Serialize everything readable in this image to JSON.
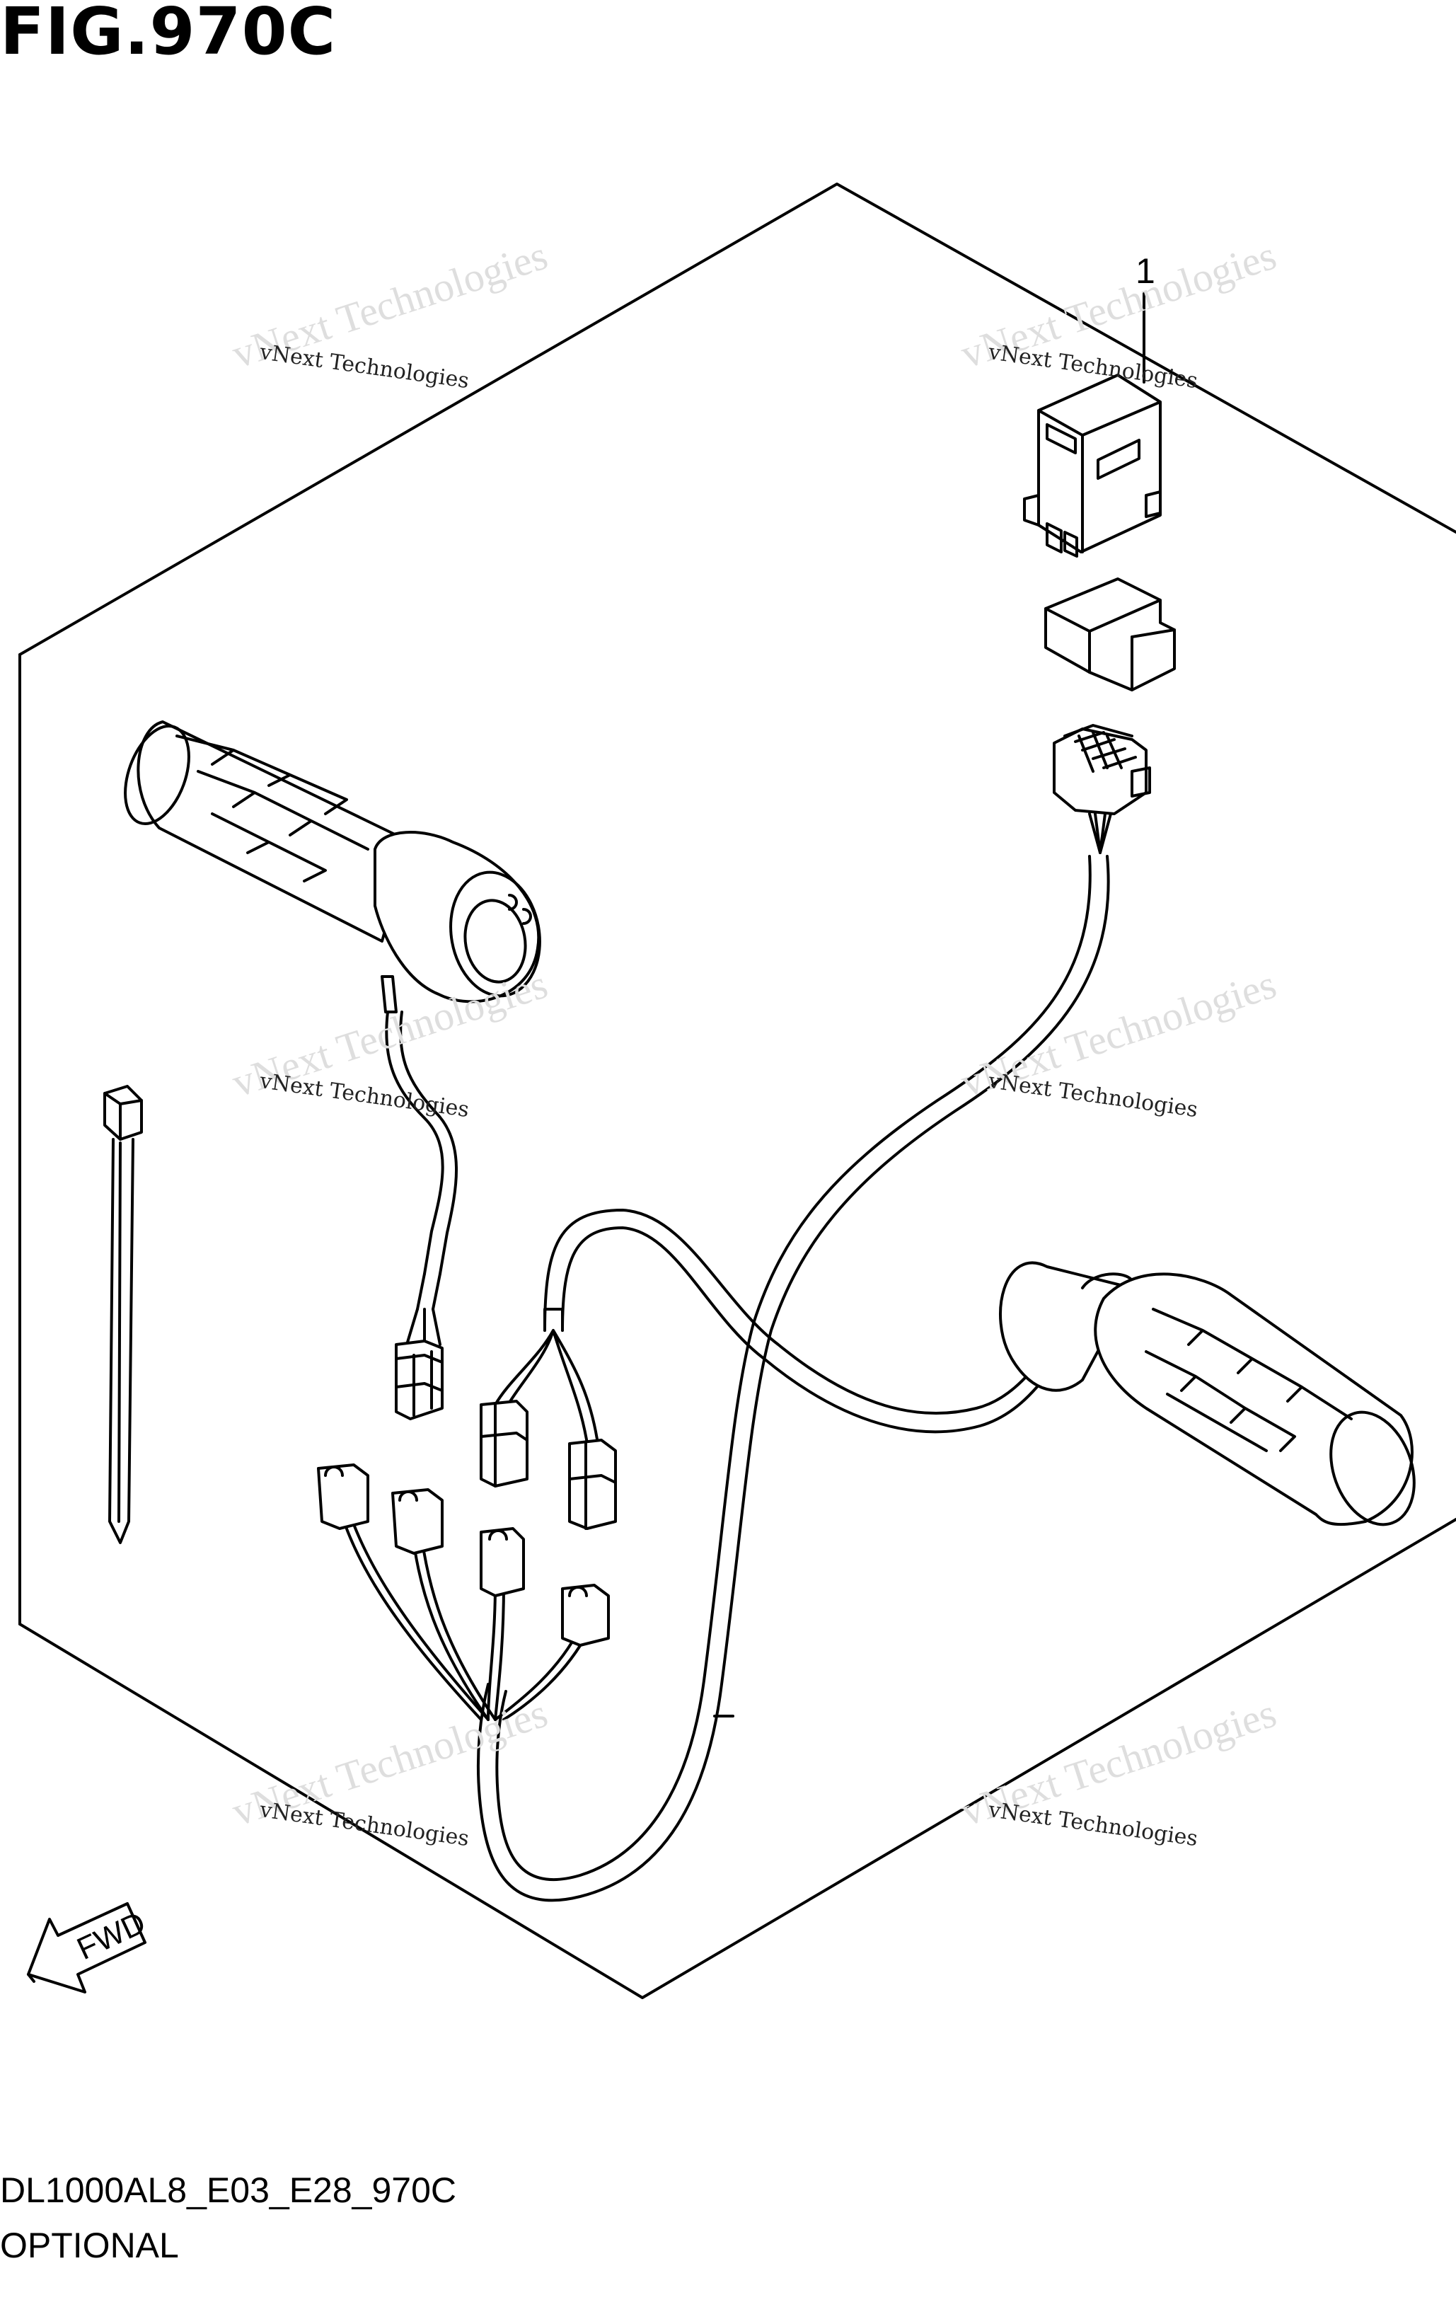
{
  "figure": {
    "title": "FIG.970C",
    "code": "DL1000AL8_E03_E28_970C",
    "caption": "OPTIONAL"
  },
  "parts": [
    {
      "ref": "1"
    }
  ],
  "fwd_arrow": {
    "label": "FWD"
  },
  "watermark": {
    "big": "vNext Technologies",
    "small": "vNext Technologies"
  },
  "colors": {
    "line": "#000000",
    "background": "#ffffff",
    "watermark": "#d8d8d8"
  }
}
